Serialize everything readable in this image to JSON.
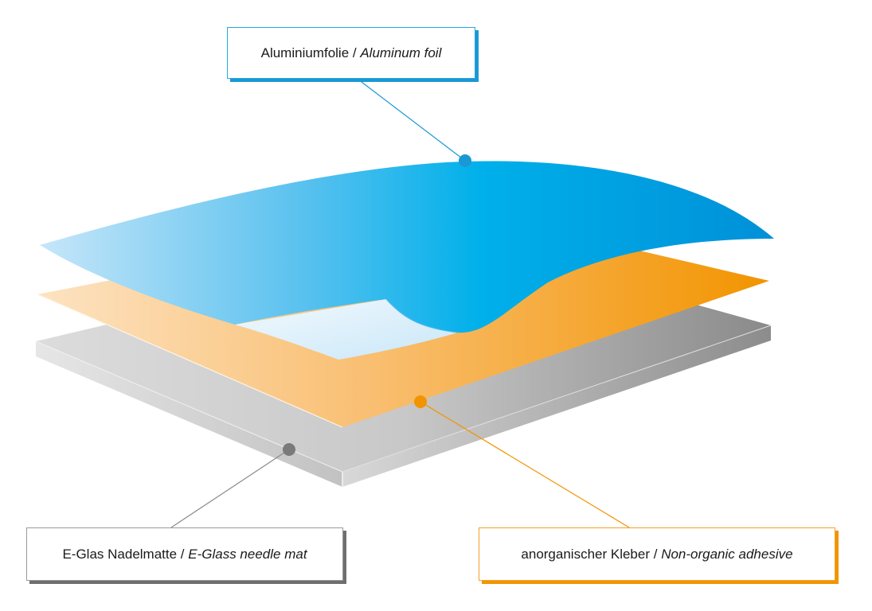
{
  "labels": {
    "foil": {
      "de": "Aluminiumfolie",
      "sep": " / ",
      "en": "Aluminum foil"
    },
    "glass": {
      "de": "E-Glas Nadelmatte",
      "sep": " / ",
      "en": "E-Glass needle mat"
    },
    "adhesive": {
      "de": "anorganischer Kleber",
      "sep": " / ",
      "en": "Non-organic adhesive"
    }
  },
  "colors": {
    "foil": "#0a9ee0",
    "adhesive": "#f29400",
    "glass": "#808080"
  }
}
